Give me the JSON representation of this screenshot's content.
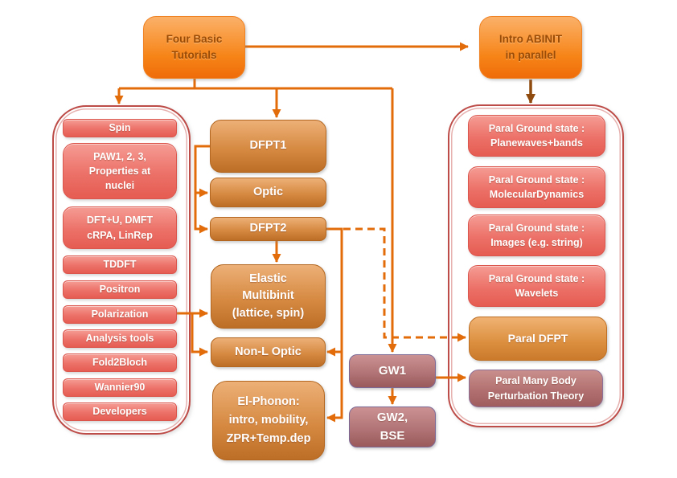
{
  "diagram": {
    "type": "flowchart",
    "topic": "ABINIT tutorials overview"
  },
  "colors": {
    "connector_orange": "#E36C0A",
    "connector_brown": "#8F4A0E",
    "container_border_red": "#BD4B47",
    "box_bright_orange": "#F3700F",
    "box_salmon": "#E9675D",
    "box_tan_brown": "#C9752A",
    "box_mauve": "#A05E60",
    "orange_box_text": "#9A4B05",
    "node_text": "#FFFFFF",
    "background": "#FFFFFF"
  },
  "nodes": {
    "four_basic": {
      "label": "Four Basic\nTutorials"
    },
    "intro_abinit": {
      "label": "Intro ABINIT\nin parallel"
    }
  },
  "left_panel": {
    "items": [
      {
        "label": "Spin"
      },
      {
        "label": "PAW1, 2, 3,\nProperties at\nnuclei"
      },
      {
        "label": "DFT+U, DMFT\ncRPA, LinRep"
      },
      {
        "label": "TDDFT"
      },
      {
        "label": "Positron"
      },
      {
        "label": "Polarization"
      },
      {
        "label": "Analysis tools"
      },
      {
        "label": "Fold2Bloch"
      },
      {
        "label": "Wannier90"
      },
      {
        "label": "Developers"
      }
    ]
  },
  "middle": {
    "items": [
      {
        "label": "DFPT1"
      },
      {
        "label": "Optic"
      },
      {
        "label": "DFPT2"
      },
      {
        "label": "Elastic\nMultibinit\n(lattice, spin)"
      },
      {
        "label": "Non-L Optic"
      },
      {
        "label": "El-Phonon:\nintro, mobility,\nZPR+Temp.dep"
      }
    ]
  },
  "gw": {
    "items": [
      {
        "label": "GW1"
      },
      {
        "label": "GW2,\nBSE"
      }
    ]
  },
  "right_panel": {
    "items": [
      {
        "label": "Paral Ground state :\nPlanewaves+bands"
      },
      {
        "label": "Paral Ground state :\nMolecularDynamics"
      },
      {
        "label": "Paral Ground state :\nImages (e.g. string)"
      },
      {
        "label": "Paral Ground state :\nWavelets"
      },
      {
        "label": "Paral DFPT"
      },
      {
        "label": "Paral Many Body\nPerturbation Theory"
      }
    ]
  }
}
